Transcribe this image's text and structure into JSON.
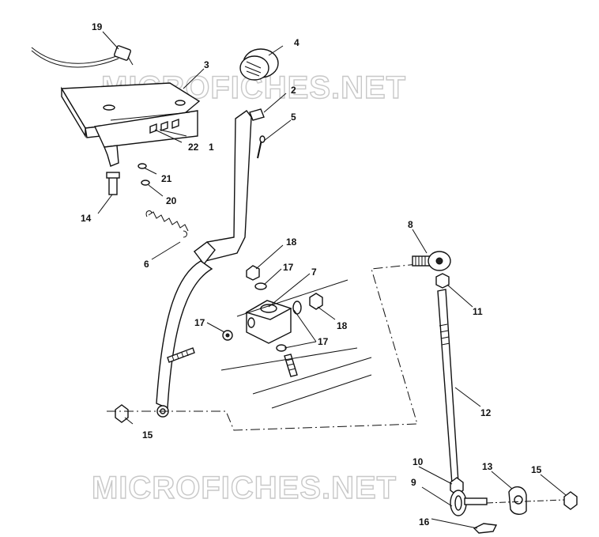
{
  "watermark": {
    "text_top": "MICROFICHES.NET",
    "text_bottom": "MICROFICHES.NET"
  },
  "callouts": {
    "c1": "1",
    "c2": "2",
    "c3": "3",
    "c4": "4",
    "c5": "5",
    "c6": "6",
    "c7": "7",
    "c8": "8",
    "c9": "9",
    "c10": "10",
    "c11": "11",
    "c12": "12",
    "c13": "13",
    "c14": "14",
    "c15a": "15",
    "c15b": "15",
    "c16": "16",
    "c17a": "17",
    "c17b": "17",
    "c17c": "17",
    "c18a": "18",
    "c18b": "18",
    "c19": "19",
    "c20": "20",
    "c21": "21",
    "c22": "22"
  },
  "colors": {
    "ink": "#111111",
    "watermark_outline": "#c8c8c8",
    "background": "#ffffff"
  }
}
